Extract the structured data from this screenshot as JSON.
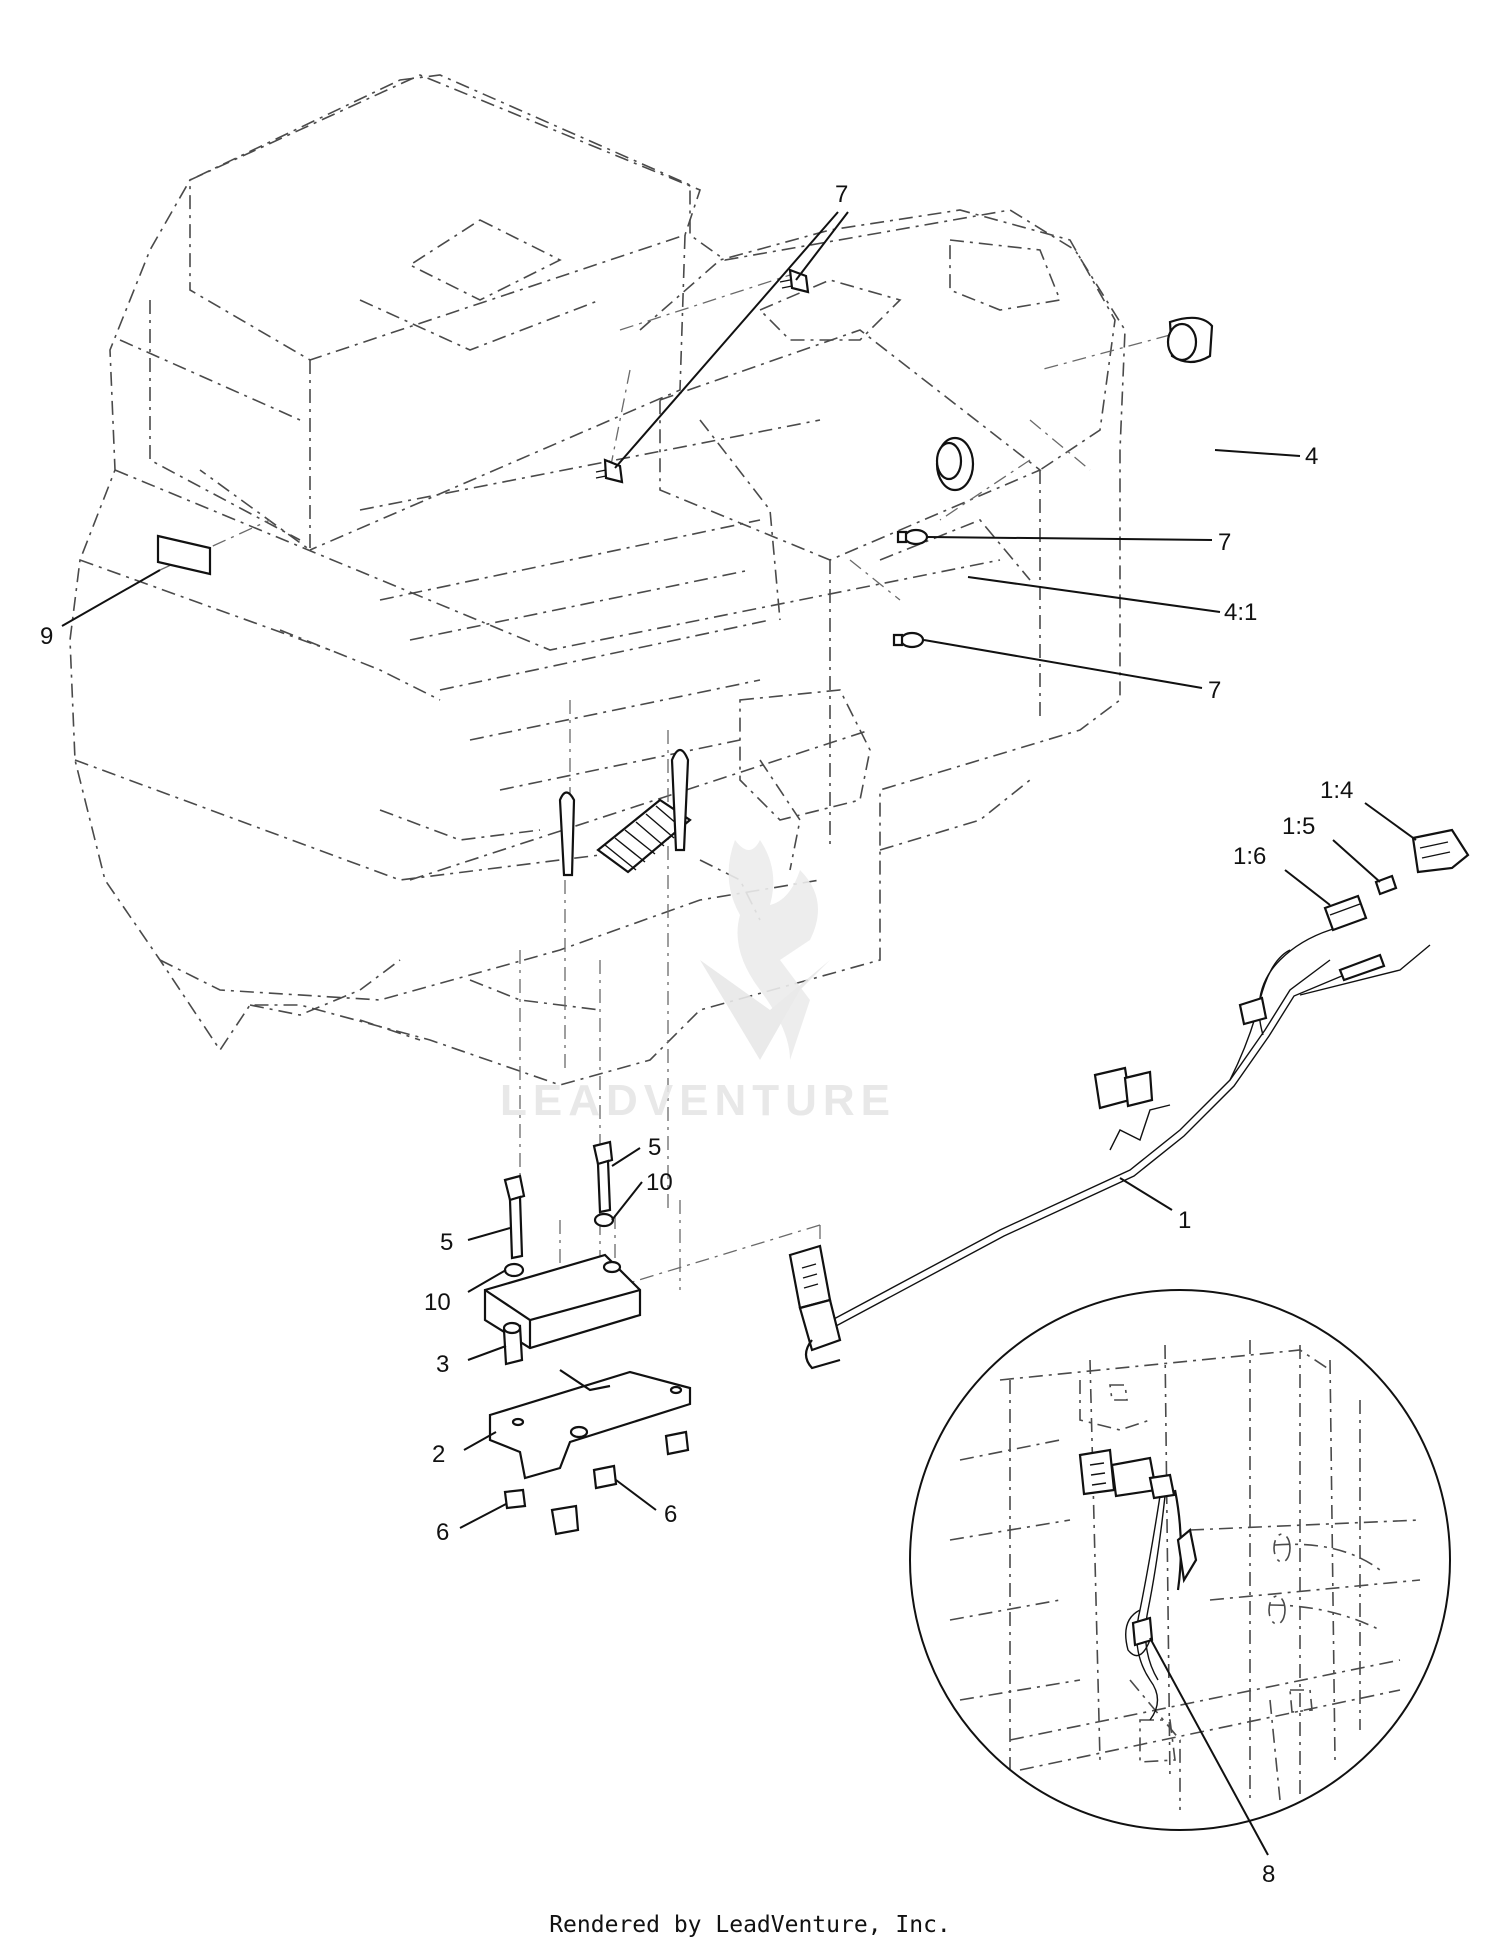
{
  "watermark": {
    "text": "LEADVENTURE",
    "color": "#e6e6e6"
  },
  "callouts": [
    {
      "id": "c-7a",
      "label": "7"
    },
    {
      "id": "c-4",
      "label": "4"
    },
    {
      "id": "c-7b",
      "label": "7"
    },
    {
      "id": "c-4-1",
      "label": "4:1"
    },
    {
      "id": "c-7c",
      "label": "7"
    },
    {
      "id": "c-9",
      "label": "9"
    },
    {
      "id": "c-1-4",
      "label": "1:4"
    },
    {
      "id": "c-1-5",
      "label": "1:5"
    },
    {
      "id": "c-1-6",
      "label": "1:6"
    },
    {
      "id": "c-1",
      "label": "1"
    },
    {
      "id": "c-5a",
      "label": "5"
    },
    {
      "id": "c-10a",
      "label": "10"
    },
    {
      "id": "c-5b",
      "label": "5"
    },
    {
      "id": "c-10b",
      "label": "10"
    },
    {
      "id": "c-3",
      "label": "3"
    },
    {
      "id": "c-2",
      "label": "2"
    },
    {
      "id": "c-6a",
      "label": "6"
    },
    {
      "id": "c-6b",
      "label": "6"
    },
    {
      "id": "c-8",
      "label": "8"
    }
  ],
  "footer": {
    "text": "Rendered by LeadVenture, Inc."
  },
  "icons": {
    "logo": "leadventure-flame-logo"
  }
}
